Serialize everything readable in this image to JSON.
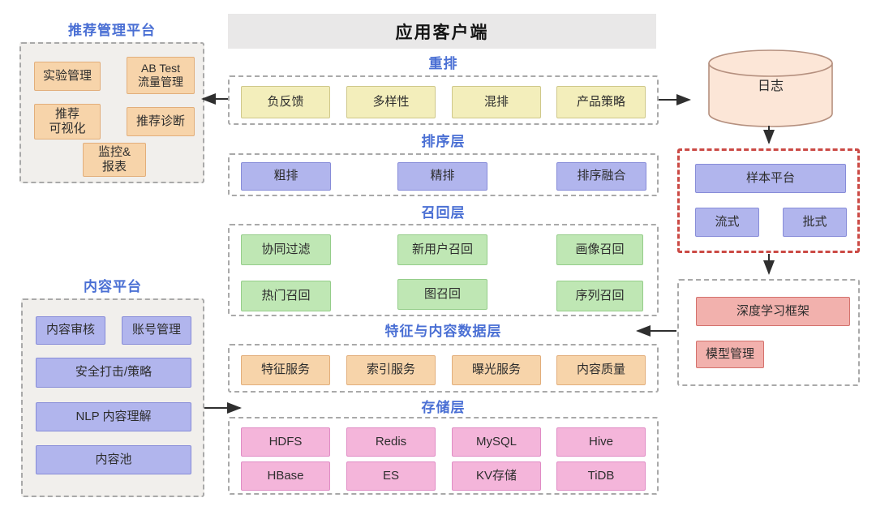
{
  "app_bar": {
    "label": "应用客户端"
  },
  "mgmt_platform": {
    "title": "推荐管理平台",
    "experiment": "实验管理",
    "abtest": "AB Test\n流量管理",
    "visualization": "推荐\n可视化",
    "diagnosis": "推荐诊断",
    "monitor": "监控&\n报表"
  },
  "content_platform": {
    "title": "内容平台",
    "review": "内容审核",
    "account": "账号管理",
    "security": "安全打击/策略",
    "nlp": "NLP 内容理解",
    "pool": "内容池"
  },
  "rerank_layer": {
    "title": "重排",
    "items": [
      "负反馈",
      "多样性",
      "混排",
      "产品策略"
    ]
  },
  "ranking_layer": {
    "title": "排序层",
    "items": [
      "粗排",
      "精排",
      "排序融合"
    ]
  },
  "recall_layer": {
    "title": "召回层",
    "items": [
      "协同过滤",
      "新用户召回",
      "画像召回",
      "热门召回",
      "图召回",
      "序列召回"
    ]
  },
  "feature_layer": {
    "title": "特征与内容数据层",
    "items": [
      "特征服务",
      "索引服务",
      "曝光服务",
      "内容质量"
    ]
  },
  "storage_layer": {
    "title": "存储层",
    "items": [
      "HDFS",
      "Redis",
      "MySQL",
      "Hive",
      "HBase",
      "ES",
      "KV存储",
      "TiDB"
    ]
  },
  "log_store": {
    "label": "日志"
  },
  "sample_platform": {
    "title": "样本平台",
    "streaming": "流式",
    "batch": "批式"
  },
  "model_area": {
    "dl_framework": "深度学习框架",
    "model_mgmt": "模型管理"
  },
  "colors": {
    "title_blue": "#4a6fd4",
    "red_dashed_border": "#cb4a45",
    "arrow": "#2f2f2f"
  }
}
